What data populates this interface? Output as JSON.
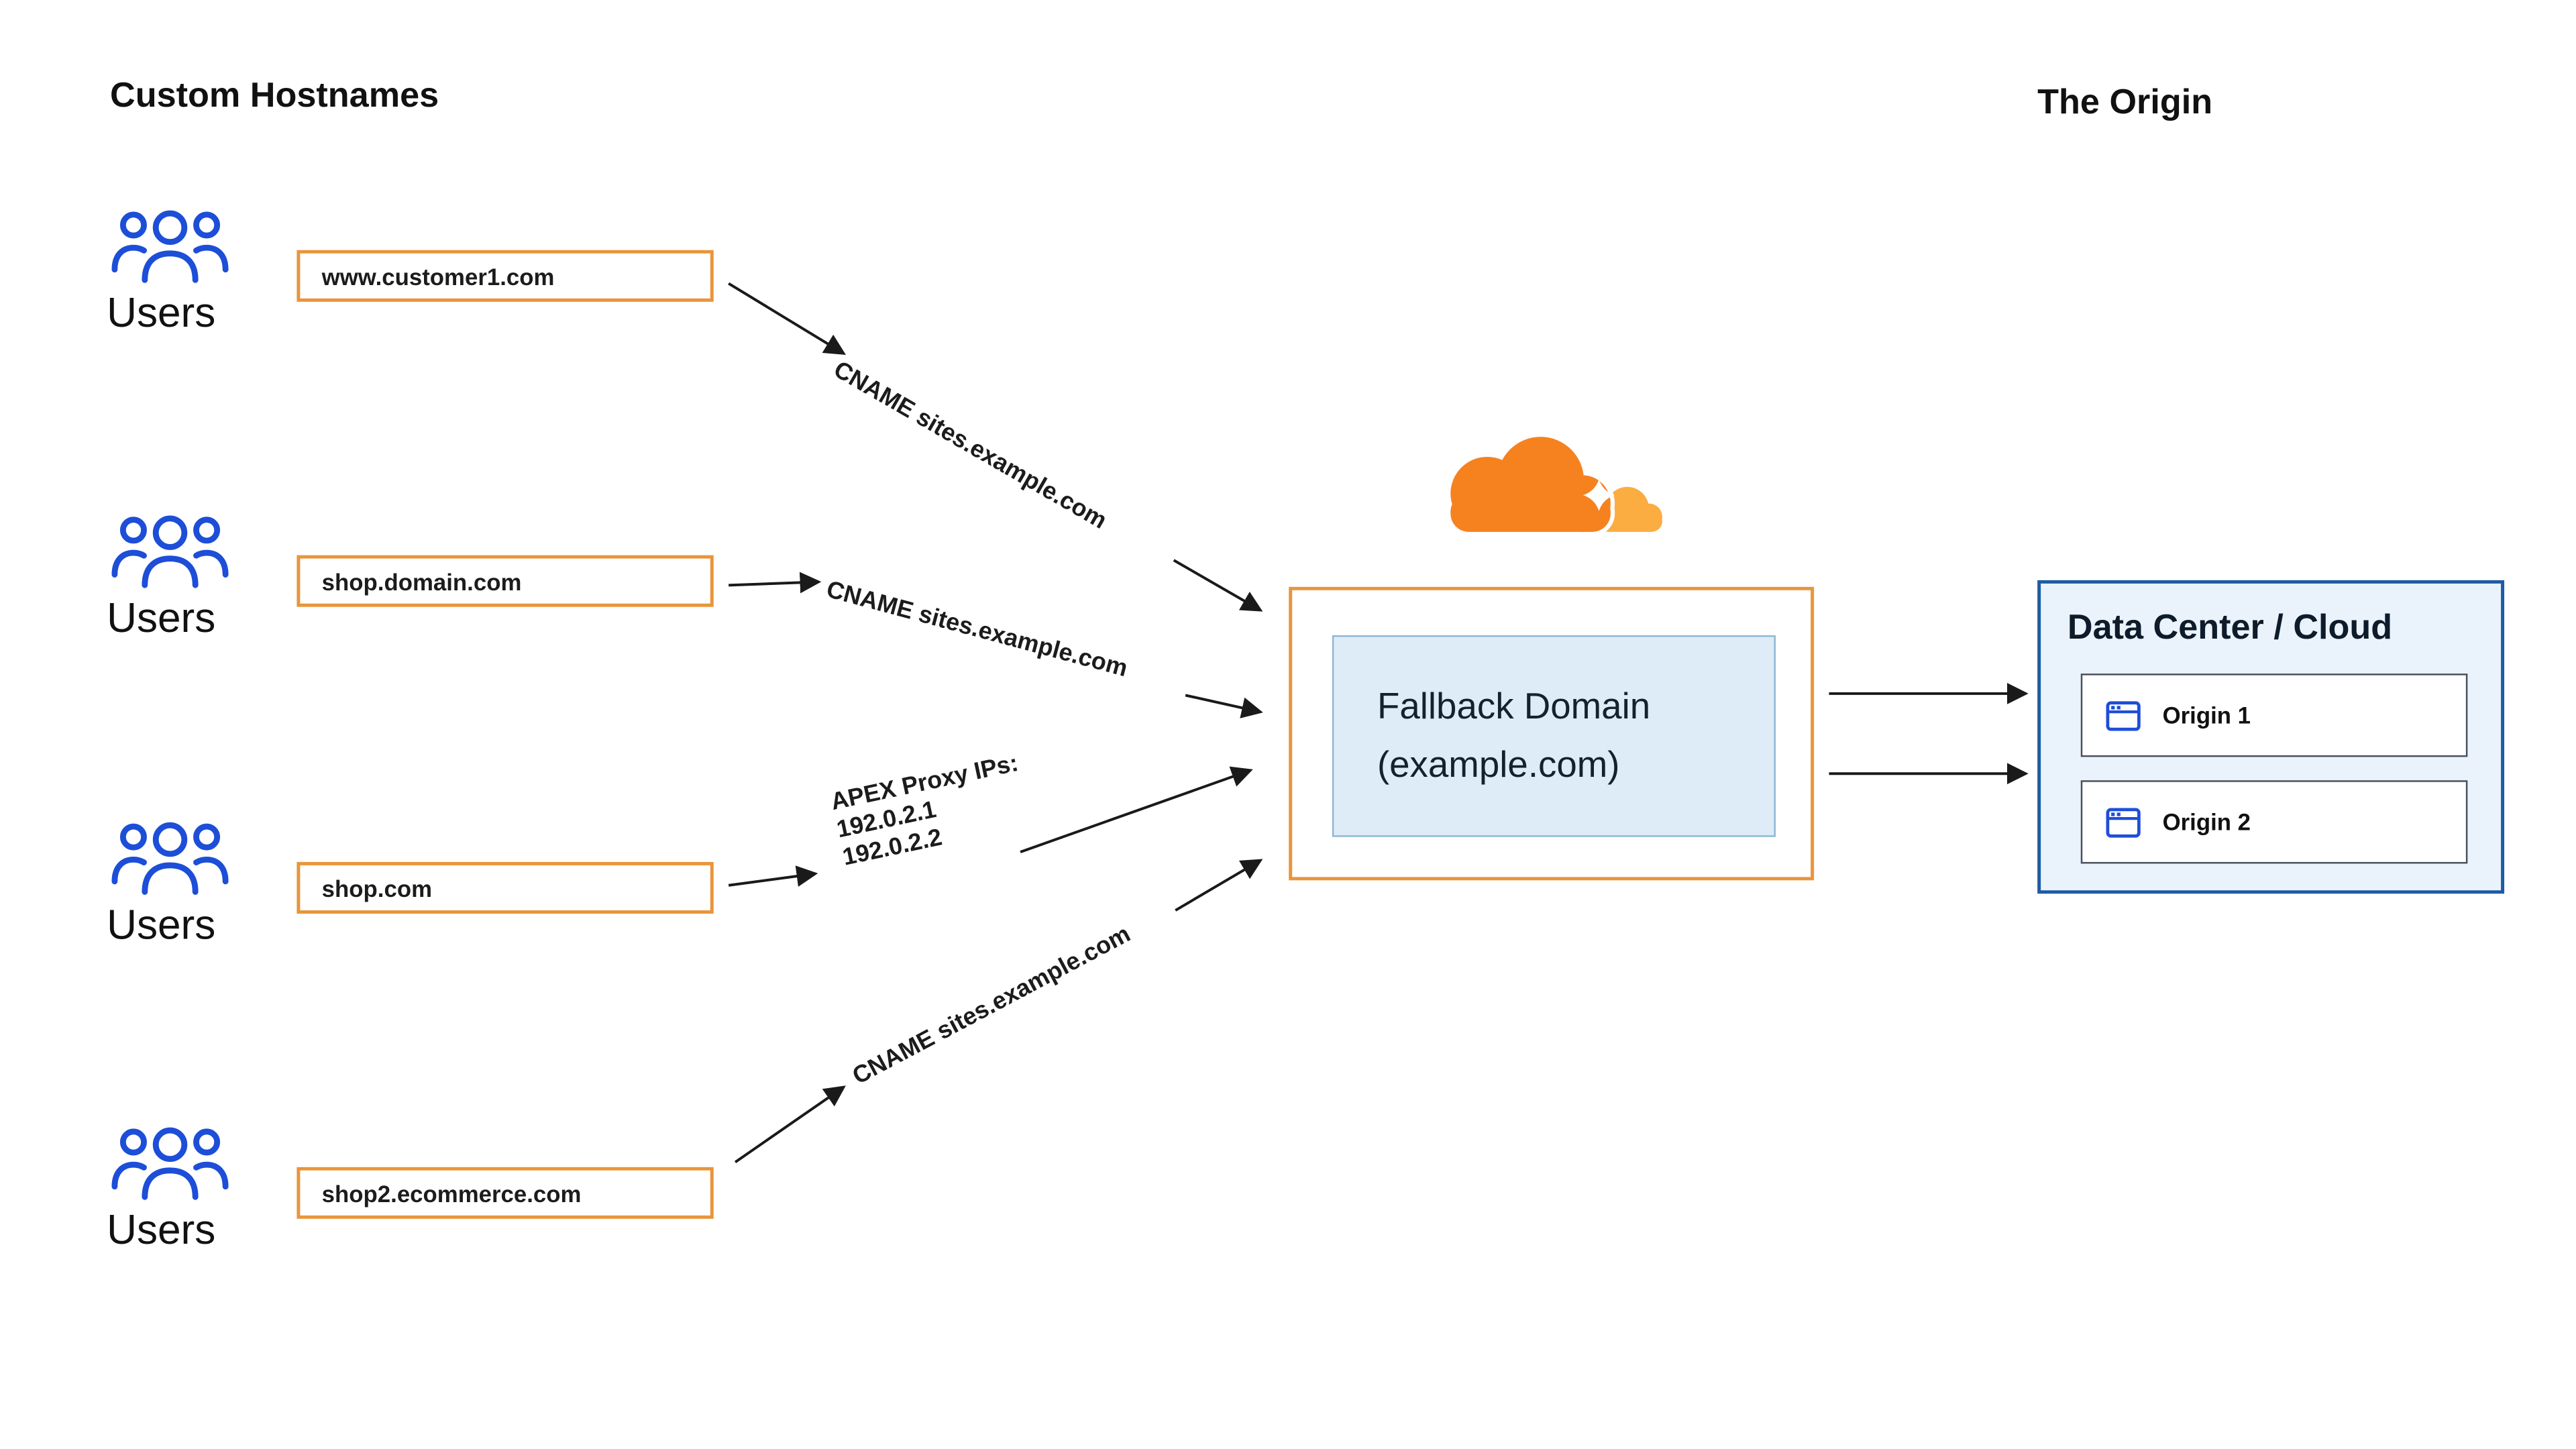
{
  "header": {
    "left_title": "Custom Hostnames",
    "right_title": "The Origin"
  },
  "user_groups": [
    {
      "label": "Users",
      "hostname": "www.customer1.com",
      "connection": "CNAME sites.example.com"
    },
    {
      "label": "Users",
      "hostname": "shop.domain.com",
      "connection": "CNAME sites.example.com"
    },
    {
      "label": "Users",
      "hostname": "shop.com",
      "connection_lines": [
        "APEX Proxy IPs:",
        "192.0.2.1",
        "192.0.2.2"
      ]
    },
    {
      "label": "Users",
      "hostname": "shop2.ecommerce.com",
      "connection": "CNAME sites.example.com"
    }
  ],
  "cloudflare": {
    "fallback_line1": "Fallback Domain",
    "fallback_line2": "(example.com)"
  },
  "origin": {
    "title": "Data Center / Cloud",
    "items": [
      {
        "label": "Origin 1"
      },
      {
        "label": "Origin 2"
      }
    ]
  },
  "icons": {
    "users": "users-icon",
    "browser": "browser-window-icon",
    "logo": "cloudflare-logo"
  },
  "colors": {
    "cloudflare_orange": "#F6821F",
    "cloudflare_orange_light": "#FBAD41",
    "orange_border": "#E9953A",
    "icon_blue": "#1D4ED8",
    "panel_border_blue": "#1D5BA4",
    "panel_fill_blue": "#EAF3FB",
    "fallback_fill_blue": "#DDECF7",
    "arrow_black": "#1A1A1A",
    "text": "#111111"
  }
}
